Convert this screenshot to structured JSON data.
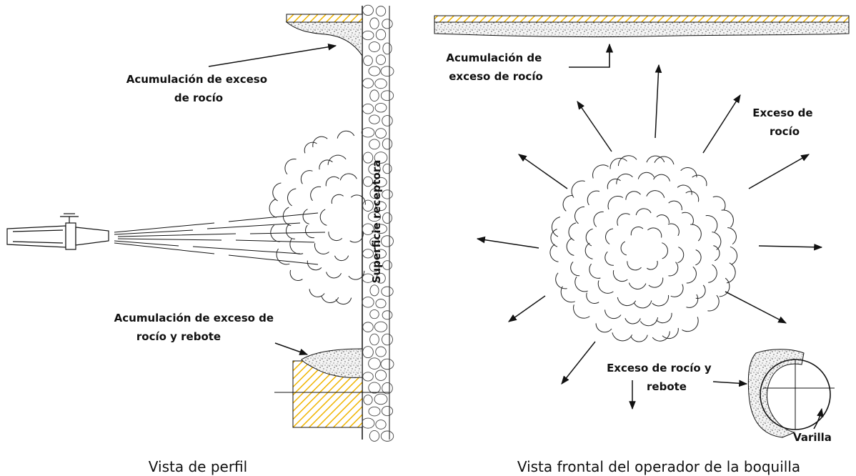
{
  "left": {
    "label_top": [
      "Acumulación de exceso",
      "de rocío"
    ],
    "label_bottom": [
      "Acumulación de exceso de",
      "rocío y rebote"
    ],
    "surface_label": "Superficie receptora",
    "caption": "Vista de perfil"
  },
  "right": {
    "label_top": [
      "Acumulación de",
      "exceso de rocío"
    ],
    "label_excess": [
      "Exceso de",
      "rocío"
    ],
    "label_rebound": [
      "Exceso de rocío y",
      "rebote"
    ],
    "label_bar": "Varilla",
    "caption": "Vista frontal del operador de la boquilla"
  },
  "colors": {
    "hatch": "#f0b400",
    "stroke": "#111111",
    "speckle": "#555555"
  }
}
